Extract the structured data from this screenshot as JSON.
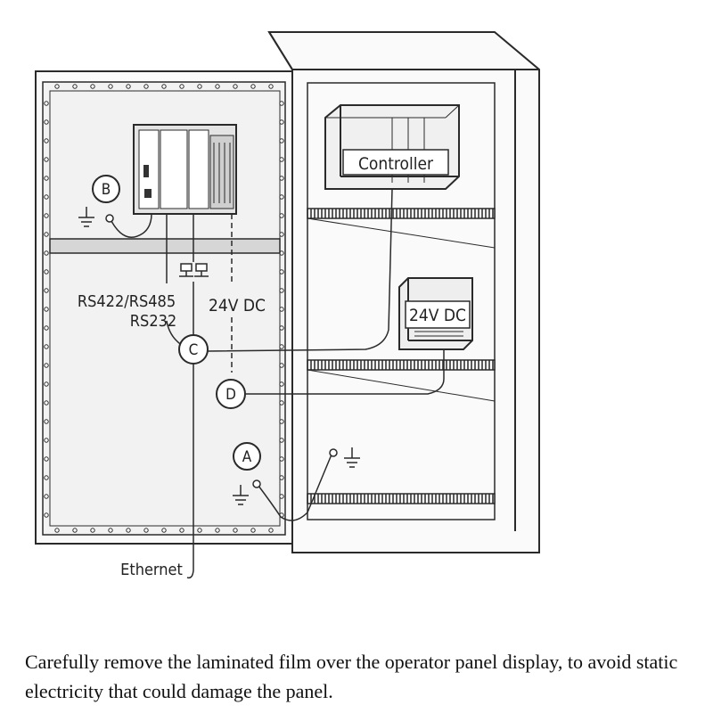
{
  "labels": {
    "controller": "Controller",
    "power_supply": "24V DC",
    "serial": "RS422/RS485",
    "serial_2": "RS232",
    "power_line": "24V DC",
    "ethernet": "Ethernet"
  },
  "callouts": [
    "A",
    "B",
    "C",
    "D"
  ],
  "caption": "Carefully remove the laminated film over the operator panel display, to avoid static electricity that could damage the panel."
}
